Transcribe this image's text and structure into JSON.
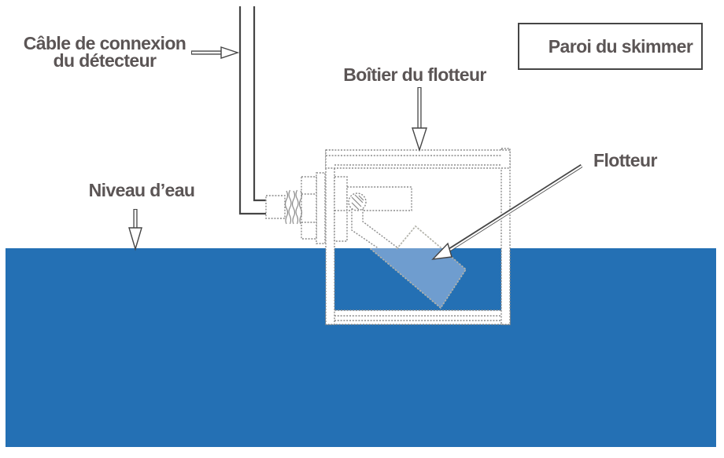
{
  "diagram": {
    "title_context": "Skimmer float sensor diagram",
    "labels": {
      "cable_line1": "Câble de connexion",
      "cable_line2": "du détecteur",
      "water_level": "Niveau d’eau",
      "float_housing": "Boîtier du flotteur",
      "skimmer_wall": "Paroi du skimmer",
      "float": "Flotteur"
    },
    "colors": {
      "water-blue": "#2470b4",
      "float-blue": "#6f9dcf",
      "line-gray": "#8a8a8a",
      "float-line-gray": "#b2b2aa",
      "line-dark": "#454545",
      "text-color": "#5b5555"
    }
  }
}
